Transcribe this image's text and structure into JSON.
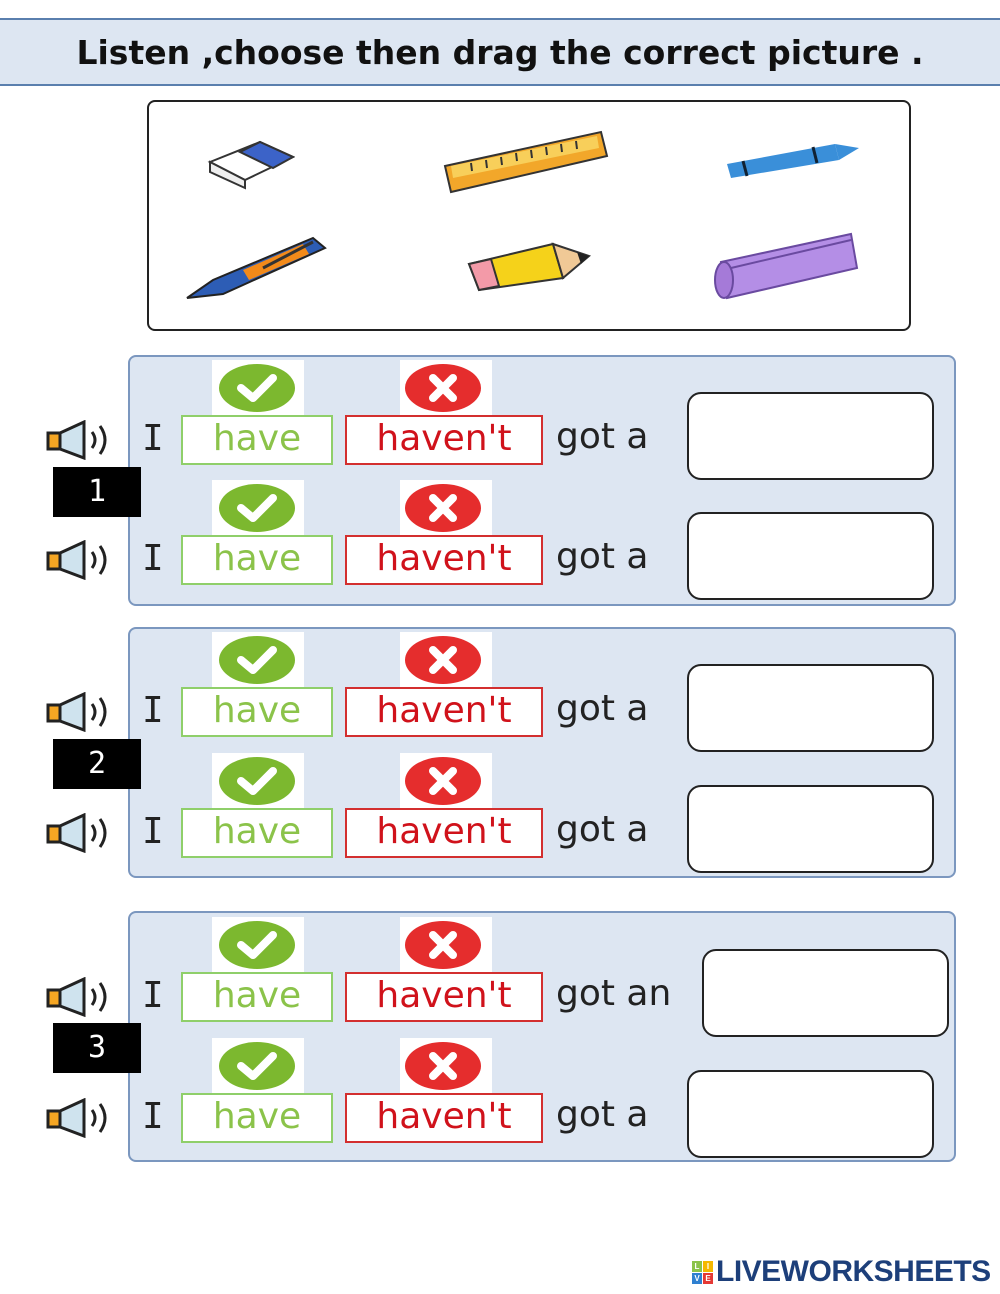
{
  "title": "Listen ,choose then drag the correct picture .",
  "pictures": [
    {
      "name": "eraser"
    },
    {
      "name": "ruler"
    },
    {
      "name": "crayon"
    },
    {
      "name": "pen"
    },
    {
      "name": "pencil"
    },
    {
      "name": "pencil-case"
    }
  ],
  "groups": [
    {
      "number": "1",
      "rows": [
        {
          "subject": "I",
          "have": "have",
          "havent": "haven't",
          "got": "got a"
        },
        {
          "subject": "I",
          "have": "have",
          "havent": "haven't",
          "got": "got a"
        }
      ]
    },
    {
      "number": "2",
      "rows": [
        {
          "subject": "I",
          "have": "have",
          "havent": "haven't",
          "got": "got a"
        },
        {
          "subject": "I",
          "have": "have",
          "havent": "haven't",
          "got": "got a"
        }
      ]
    },
    {
      "number": "3",
      "rows": [
        {
          "subject": "I",
          "have": "have",
          "havent": "haven't",
          "got": "got an"
        },
        {
          "subject": "I",
          "have": "have",
          "havent": "haven't",
          "got": "got a"
        }
      ]
    }
  ],
  "logo": {
    "text": "LIVEWORKSHEETS",
    "badge": [
      "L",
      "I",
      "V",
      "E"
    ]
  },
  "colors": {
    "have": "#8bc34a",
    "havent": "#d0121b",
    "panel": "#dde6f2"
  }
}
